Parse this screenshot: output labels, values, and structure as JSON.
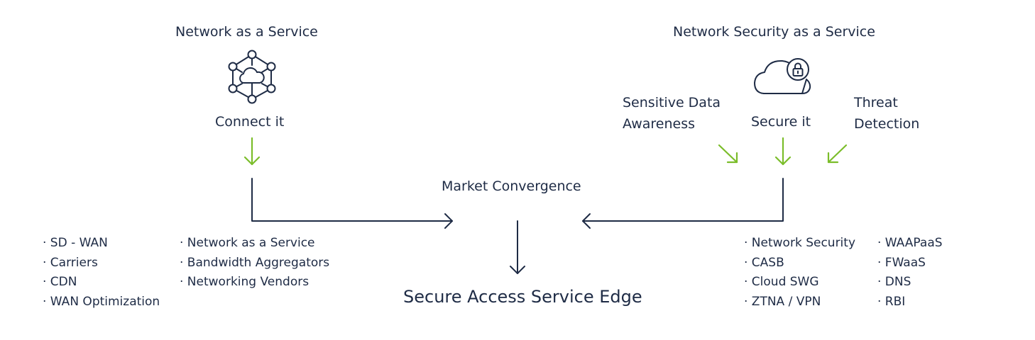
{
  "colors": {
    "text": "#1e2b45",
    "line": "#1e2b45",
    "accent": "#7bbd2a"
  },
  "left": {
    "title": "Network as a Service",
    "icon": "network-cloud-icon",
    "action": "Connect it",
    "list_a": [
      "· SD - WAN",
      "· Carriers",
      "· CDN",
      "· WAN Optimization"
    ],
    "list_b": [
      "· Network as a Service",
      "· Bandwidth Aggregators",
      "· Networking Vendors"
    ]
  },
  "right": {
    "title": "Network Security as a Service",
    "icon": "cloud-lock-icon",
    "action": "Secure it",
    "sensitive_line1": "Sensitive Data",
    "sensitive_line2": "Awareness",
    "threat_line1": "Threat",
    "threat_line2": "Detection",
    "list_a": [
      "· Network Security",
      "· CASB",
      "· Cloud SWG",
      "· ZTNA / VPN"
    ],
    "list_b": [
      "· WAAPaaS",
      "· FWaaS",
      "· DNS",
      "· RBI"
    ]
  },
  "center": {
    "convergence": "Market Convergence",
    "result": "Secure Access Service Edge"
  }
}
